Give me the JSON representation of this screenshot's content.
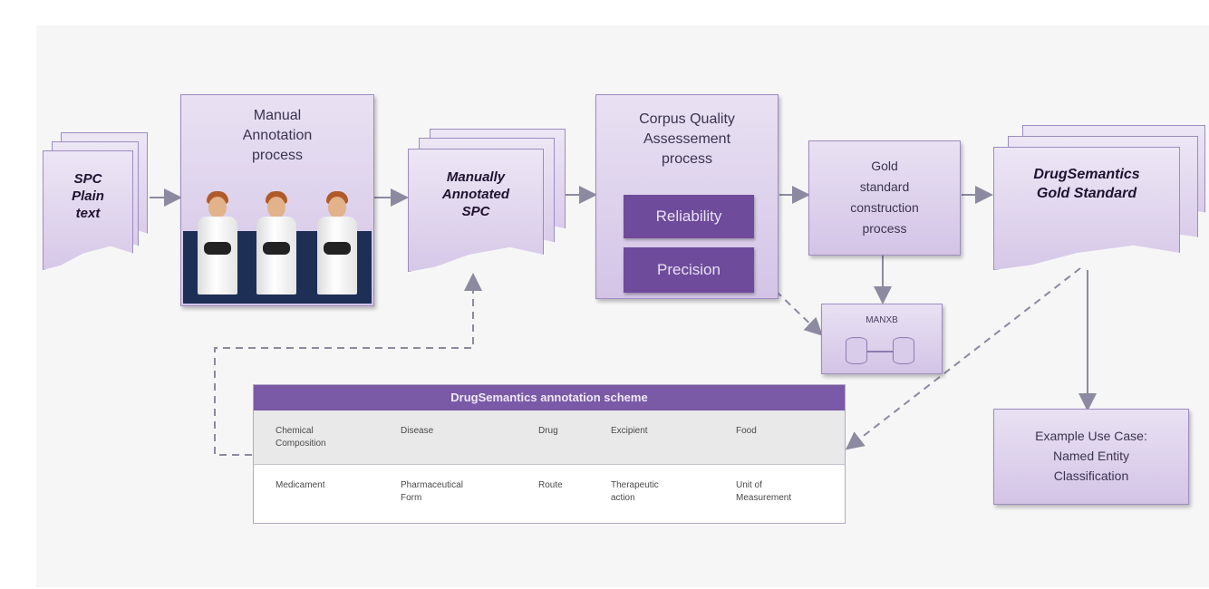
{
  "inputs": {
    "spc_plain_text": "SPC\nPlain\ntext"
  },
  "manual_annotation": {
    "title": "Manual\nAnnotation\nprocess"
  },
  "manually_annotated": {
    "label": "Manually\nAnnotated\nSPC"
  },
  "corpus_quality": {
    "title": "Corpus Quality\nAssessement\nprocess",
    "reliability": "Reliability",
    "precision": "Precision"
  },
  "gold_construction": {
    "title": "Gold\nstandard\nconstruction\nprocess"
  },
  "gold_standard": {
    "label": "DrugSemantics\nGold Standard"
  },
  "database": {
    "label": "MANXB"
  },
  "use_case": {
    "title": "Example Use Case:\nNamed Entity\nClassification"
  },
  "schema": {
    "title": "DrugSemantics annotation scheme",
    "rows": [
      [
        "Chemical\nComposition",
        "Disease",
        "Drug",
        "Excipient",
        "Food"
      ],
      [
        "Medicament",
        "Pharmaceutical\nForm",
        "Route",
        "Therapeutic\naction",
        "Unit of\nMeasurement"
      ]
    ]
  },
  "colors": {
    "box_fill": "#d3c4e6",
    "box_border": "#9c8cc0",
    "accent": "#6e4b9b",
    "schema_header": "#7a5aa6"
  }
}
